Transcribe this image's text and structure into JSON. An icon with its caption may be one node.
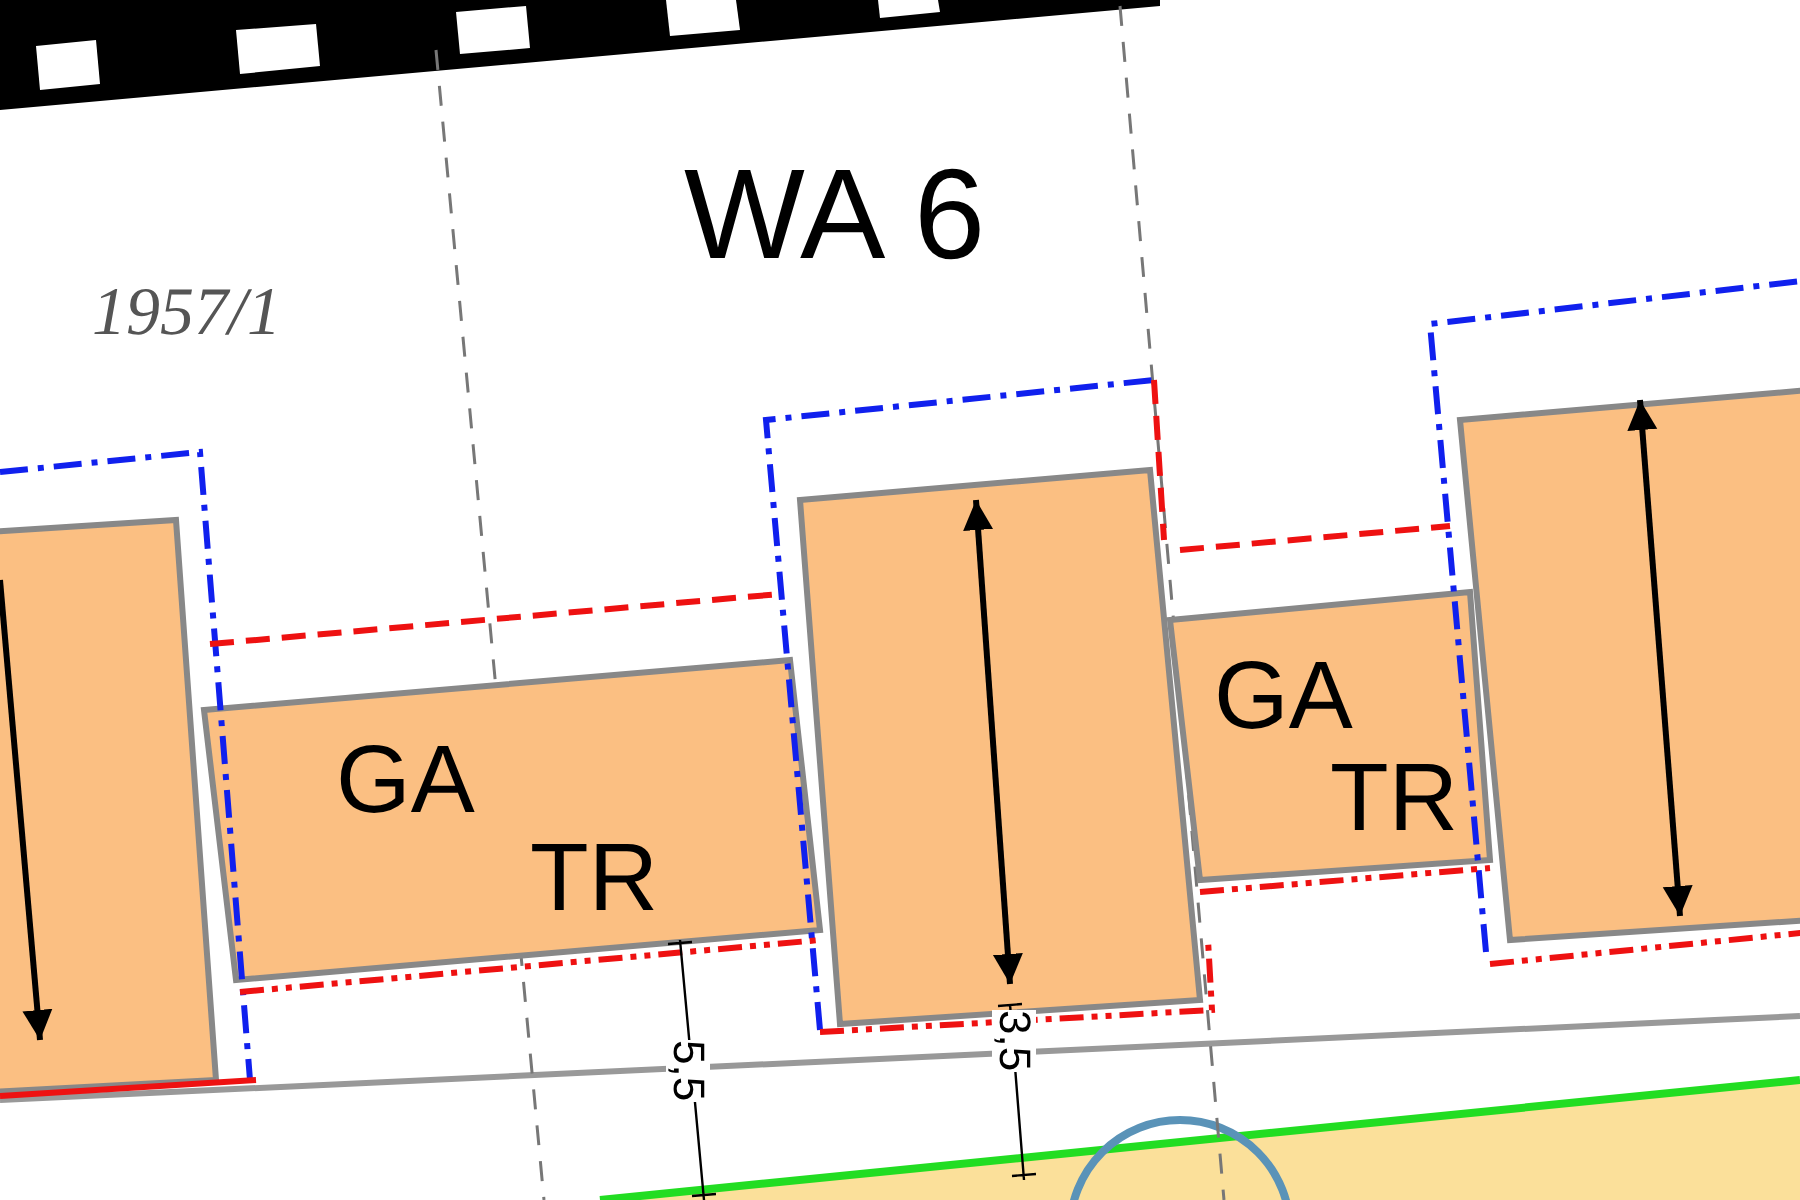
{
  "diagram": {
    "labels": [
      "1957/1",
      "WA 6",
      "GA",
      "TR",
      "GA",
      "TR",
      "5,5",
      "3,5"
    ]
  }
}
